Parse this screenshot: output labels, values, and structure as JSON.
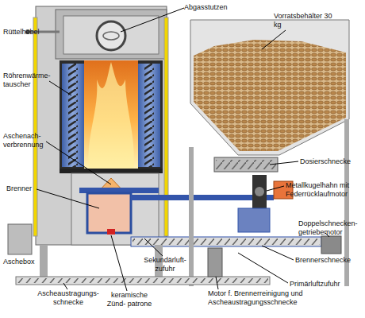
{
  "diagram": {
    "labels": [
      "Abgasstutzen",
      "Vorratsbehälter 30 kg",
      "Rüttelhebel",
      "Röhrenwärme- tauscher",
      "Aschenach- verbrennung",
      "Brenner",
      "Dosierschnecke",
      "Metallkugelhahn mit Federrücklaufmotor",
      "Doppelschnecken- getriebemotor",
      "Brennerschnecke",
      "Primärluftzufuhr",
      "Aschebox",
      "Ascheaustragungs- schnecke",
      "keramische Zünd- patrone",
      "Sekundärluft- zufuhr",
      "Motor f. Brennerreinigung und Ascheaustragungsschnecke"
    ]
  }
}
